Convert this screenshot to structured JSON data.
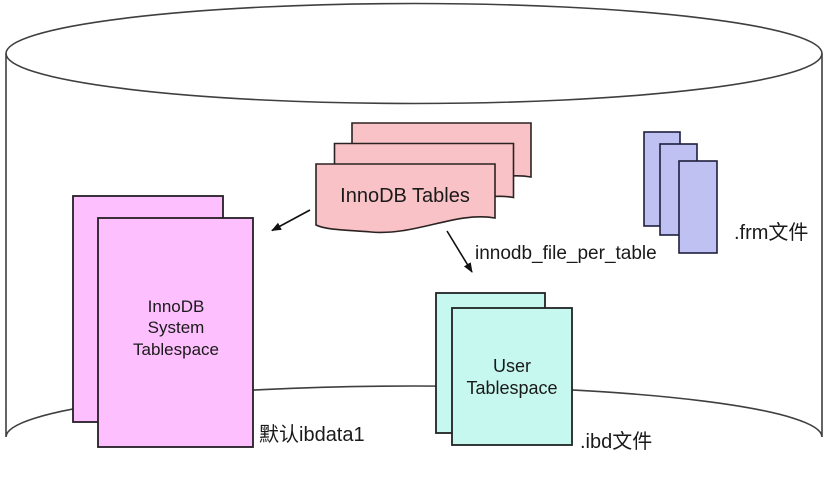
{
  "diagram": {
    "kind": "innodb-tablespace-architecture",
    "nodes": {
      "innodb_tables": {
        "label": "InnoDB Tables"
      },
      "system_tablespace": {
        "line1": "InnoDB",
        "line2": "System",
        "line3": "Tablespace",
        "caption": "默认ibdata1"
      },
      "user_tablespace": {
        "line1": "User",
        "line2": "Tablespace",
        "caption": ".ibd文件"
      },
      "frm_files": {
        "caption": ".frm文件"
      }
    },
    "edges": {
      "file_per_table_label": "innodb_file_per_table"
    },
    "colors": {
      "innodb_tables_fill": "#f9c2c7",
      "system_tablespace_fill": "#fdbffd",
      "user_tablespace_fill": "#c6f8f0",
      "frm_fill": "#bec1f1",
      "outline": "#2b2b2b",
      "cylinder_stroke": "#3f3f3f",
      "text": "#1a1a1a"
    }
  }
}
